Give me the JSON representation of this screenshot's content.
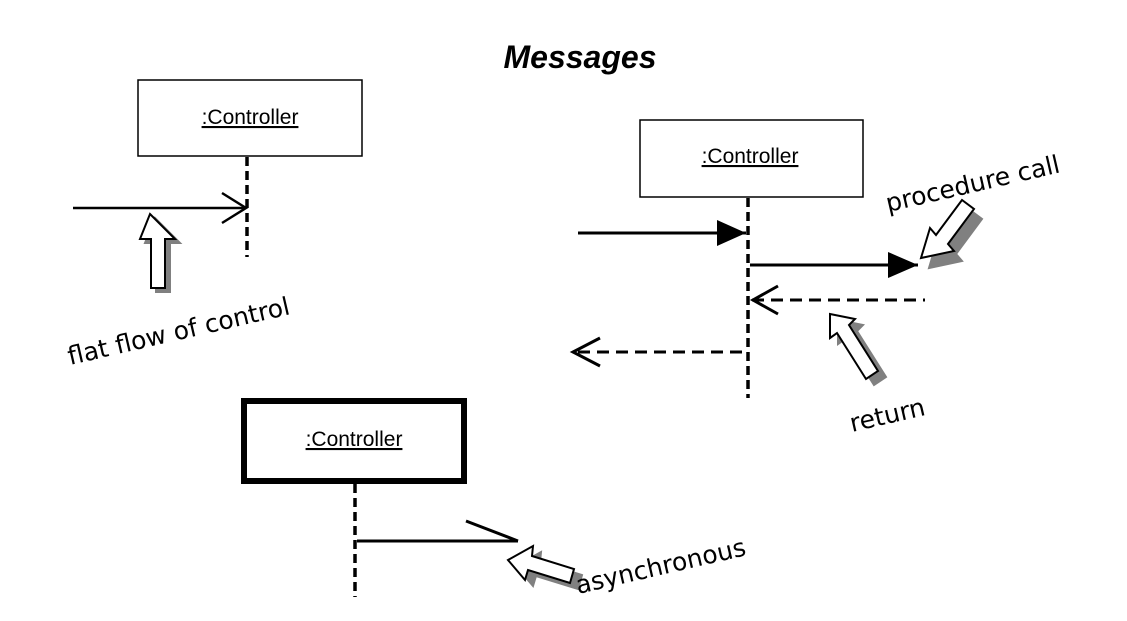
{
  "title": "Messages",
  "diagrams": {
    "flat": {
      "object_label": ":Controller",
      "annotation": "flat flow of control"
    },
    "procedure": {
      "object_label": ":Controller",
      "call_annotation": "procedure call",
      "return_annotation": "return"
    },
    "async": {
      "object_label": ":Controller",
      "annotation": "asynchronous"
    }
  }
}
